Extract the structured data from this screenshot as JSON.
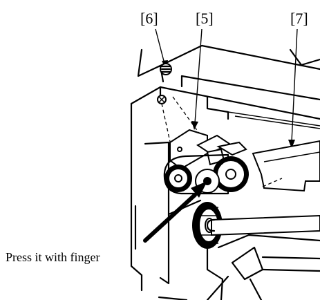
{
  "callouts": [
    {
      "label": "[6]"
    },
    {
      "label": "[5]"
    },
    {
      "label": "[7]"
    }
  ],
  "annotation": {
    "text": "Press it with finger"
  },
  "colors": {
    "line": "#000000",
    "background": "#ffffff"
  }
}
